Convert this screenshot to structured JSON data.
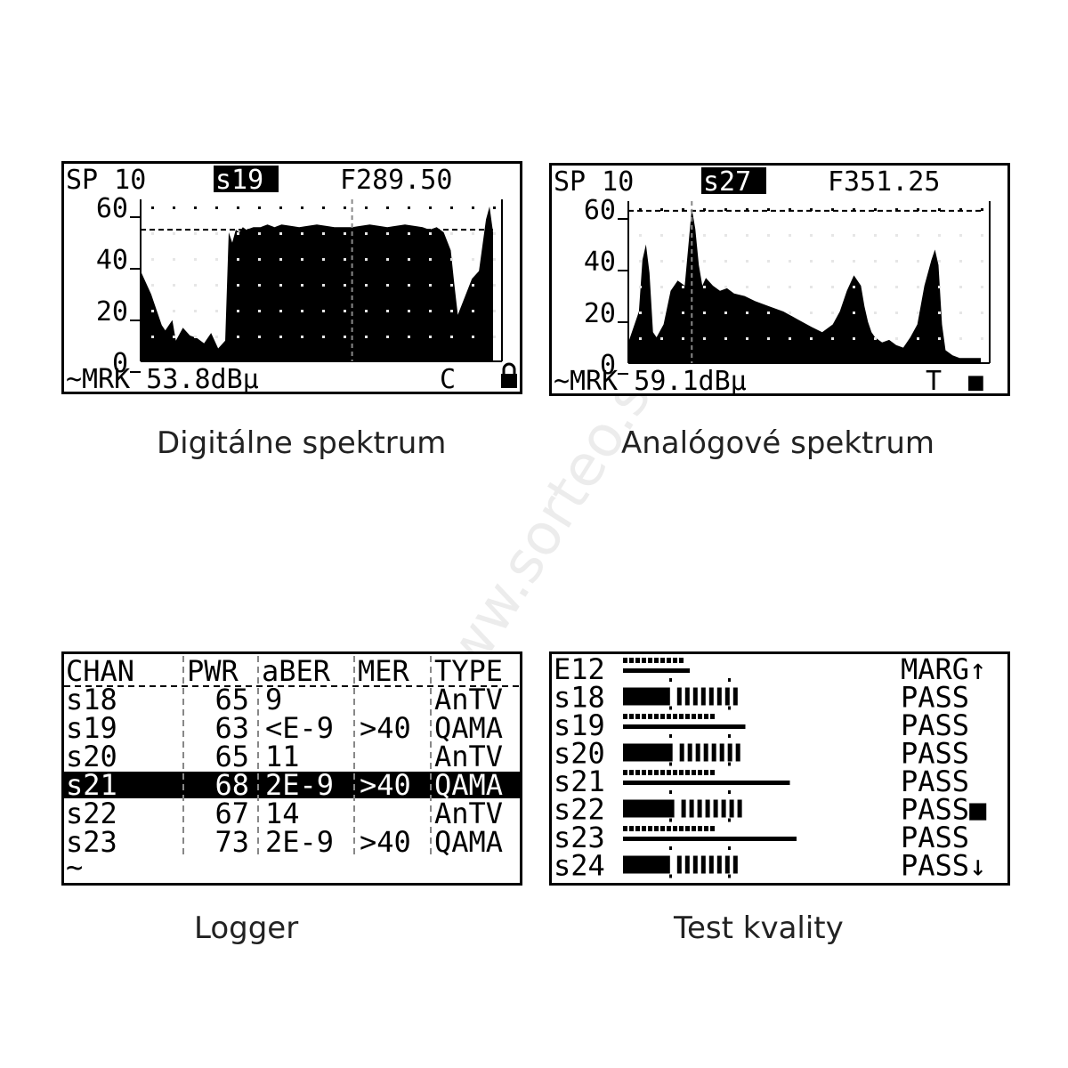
{
  "watermark": "www.sorteo.sk",
  "digital": {
    "caption": "Digitálne spektrum",
    "sp": "SP 10",
    "channel": "s19",
    "freq": "F289.50",
    "yticks": [
      "60",
      "40",
      "20",
      "0"
    ],
    "marker_text": "~MRK 53.8dBµ",
    "mode": "C",
    "chart_data": {
      "type": "area",
      "title": "",
      "ylim": [
        0,
        60
      ],
      "xlim": [
        0,
        100
      ],
      "x": [
        0,
        3,
        4,
        6,
        7,
        9,
        10,
        12,
        14,
        16,
        18,
        20,
        22,
        24,
        25,
        26,
        27,
        28,
        29,
        30,
        32,
        34,
        36,
        38,
        40,
        45,
        50,
        55,
        60,
        65,
        70,
        75,
        80,
        82,
        84,
        86,
        88,
        89,
        90,
        92,
        94,
        96,
        97,
        98,
        99,
        100
      ],
      "values": [
        35,
        26,
        22,
        14,
        12,
        16,
        8,
        13,
        10,
        9,
        7,
        11,
        5,
        8,
        50,
        46,
        51,
        50,
        52,
        51,
        52,
        52,
        53,
        52,
        53,
        52,
        53,
        52,
        52,
        53,
        52,
        53,
        52,
        51,
        52,
        50,
        43,
        30,
        18,
        25,
        32,
        35,
        45,
        55,
        60,
        50
      ],
      "reference_level": 51,
      "marker_position": 60
    }
  },
  "analog": {
    "caption": "Analógové spektrum",
    "sp": "SP 10",
    "channel": "s27",
    "freq": "F351.25",
    "yticks": [
      "60",
      "40",
      "20",
      "0"
    ],
    "marker_text": "~MRK 59.1dBµ",
    "mode": "T",
    "indicator": "■",
    "chart_data": {
      "type": "area",
      "title": "",
      "ylim": [
        0,
        60
      ],
      "xlim": [
        0,
        100
      ],
      "x": [
        0,
        3,
        4,
        5,
        6,
        7,
        8,
        10,
        12,
        14,
        16,
        17,
        18,
        19,
        20,
        21,
        22,
        24,
        26,
        28,
        30,
        33,
        36,
        40,
        44,
        48,
        52,
        55,
        58,
        60,
        62,
        64,
        66,
        67,
        68,
        69,
        70,
        72,
        74,
        76,
        78,
        80,
        82,
        84,
        86,
        87,
        88,
        89,
        90,
        92,
        94,
        96,
        100
      ],
      "values": [
        8,
        20,
        40,
        46,
        35,
        12,
        10,
        15,
        28,
        32,
        30,
        45,
        60,
        52,
        38,
        30,
        33,
        30,
        28,
        29,
        27,
        26,
        24,
        22,
        20,
        17,
        14,
        12,
        15,
        20,
        28,
        34,
        30,
        22,
        16,
        12,
        10,
        8,
        9,
        7,
        6,
        10,
        15,
        30,
        40,
        44,
        38,
        15,
        5,
        3,
        2,
        2,
        2
      ],
      "reference_level": 59,
      "marker_position": 18
    }
  },
  "logger": {
    "caption": "Logger",
    "headers": [
      "CHAN",
      "PWR",
      "aBER",
      "MER",
      "TYPE"
    ],
    "rows": [
      {
        "chan": "s18",
        "pwr": "65",
        "aber": "9",
        "mer": "",
        "type": "AnTV",
        "selected": false
      },
      {
        "chan": "s19",
        "pwr": "63",
        "aber": "<E-9",
        "mer": ">40",
        "type": "QAMA",
        "selected": false
      },
      {
        "chan": "s20",
        "pwr": "65",
        "aber": "11",
        "mer": "",
        "type": "AnTV",
        "selected": false
      },
      {
        "chan": "s21",
        "pwr": "68",
        "aber": "2E-9",
        "mer": ">40",
        "type": "QAMA",
        "selected": true
      },
      {
        "chan": "s22",
        "pwr": "67",
        "aber": "14",
        "mer": "",
        "type": "AnTV",
        "selected": false
      },
      {
        "chan": "s23",
        "pwr": "73",
        "aber": "2E-9",
        "mer": ">40",
        "type": "QAMA",
        "selected": false
      }
    ],
    "footer_symbol": "~"
  },
  "quality": {
    "caption": "Test kvality",
    "top_label": "MARG↑",
    "rows": [
      {
        "chan": "E12",
        "status": "",
        "style": "dotted",
        "level": 0.4,
        "secondary": 0.3
      },
      {
        "chan": "s18",
        "status": "PASS",
        "style": "solid",
        "level": 0.55
      },
      {
        "chan": "s19",
        "status": "PASS",
        "style": "dotted",
        "level": 0.6,
        "secondary": 0.55
      },
      {
        "chan": "s20",
        "status": "PASS",
        "style": "solid",
        "level": 0.58
      },
      {
        "chan": "s21",
        "status": "PASS",
        "style": "dotted",
        "level": 0.6,
        "secondary": 0.75
      },
      {
        "chan": "s22",
        "status": "PASS■",
        "style": "solid",
        "level": 0.6
      },
      {
        "chan": "s23",
        "status": "PASS",
        "style": "dotted",
        "level": 0.62,
        "secondary": 0.78
      },
      {
        "chan": "s24",
        "status": "PASS↓",
        "style": "solid",
        "level": 0.55
      }
    ]
  }
}
